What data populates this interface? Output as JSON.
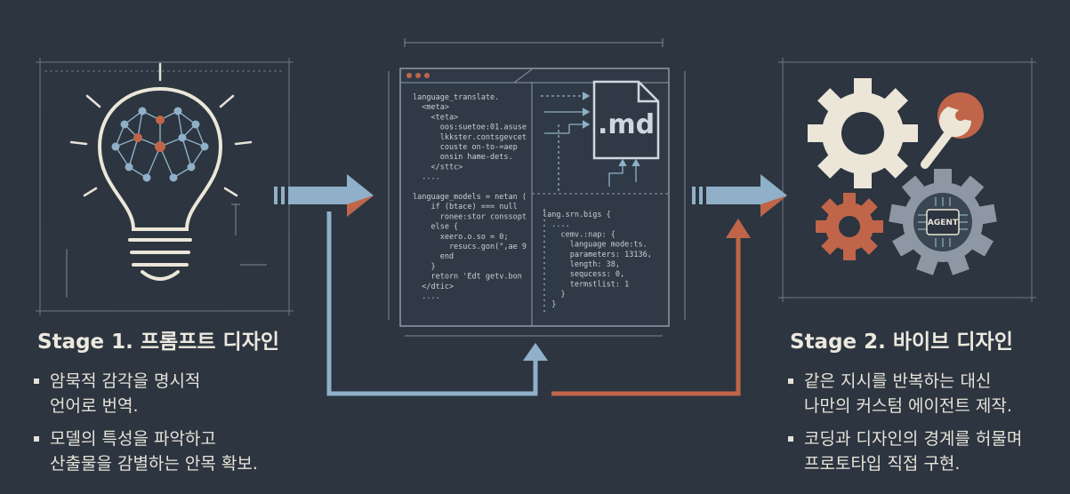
{
  "colors": {
    "background": "#2c3540",
    "line_blue": "#8fb0c8",
    "accent_orange": "#c0654a",
    "cream": "#ece6d8",
    "gear_gray": "#8e98a4",
    "text": "#e6e2d8"
  },
  "icons": [
    "lightbulb-brain-icon",
    "code-window-icon",
    "md-file-icon",
    "gears-wrench-icon",
    "agent-chip-icon"
  ],
  "stage1": {
    "title": "Stage 1. 프롬프트 디자인",
    "bullets": [
      {
        "line1": "암묵적 감각을 명시적",
        "line2": "언어로 번역."
      },
      {
        "line1": "모델의 특성을 파악하고",
        "line2": "산출물을 감별하는 안목 확보."
      }
    ]
  },
  "stage2": {
    "title": "Stage 2. 바이브 디자인",
    "bullets": [
      {
        "line1": "같은 지시를 반복하는 대신",
        "line2": "나만의 커스텀 에이전트 제작."
      },
      {
        "line1": "코딩과 디자인의 경계를 허물며",
        "line2": "프로토타입 직접 구현."
      }
    ]
  },
  "center": {
    "file_label": ".md",
    "agent_label": "AGENT",
    "code_left": [
      "language_translate.",
      "  <meta>",
      "    <teta>",
      "      oos:suetoe:01.asuse",
      "      lkkster.contsgevcet",
      "      couste on-to-=aep",
      "      onsin hame-dets.",
      "    </sttc>",
      "  ....",
      "",
      "language_models = netan (",
      "    if (btace) === null",
      "      ronee:stor conssopt",
      "    else {",
      "      xeero.o.so = 0;",
      "        resucs.gon(\",ae 9",
      "      end",
      "    }",
      "    retorn 'Edt getv.bon",
      "  </dtic>",
      "  ...."
    ],
    "code_right": [
      "lang.srn.bigs {",
      "  ....",
      "    cemv.:nap: {",
      "      language mode:ts.",
      "      parameters: 13136,",
      "      length: 38,",
      "      sequcess: 0,",
      "      termstlist: 1",
      "    }",
      "  }"
    ]
  }
}
